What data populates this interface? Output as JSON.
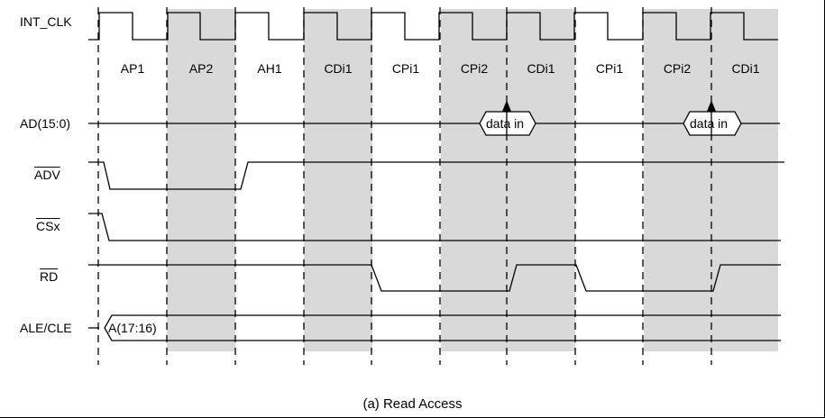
{
  "signals": {
    "int_clk": "INT_CLK",
    "ad": "AD(15:0)",
    "adv": "ADV",
    "csx": "CSx",
    "rd": "RD",
    "ale_cle": "ALE/CLE"
  },
  "phases": [
    "AP1",
    "AP2",
    "AH1",
    "CDi1",
    "CPi1",
    "CPi2",
    "CDi1",
    "CPi1",
    "CPi2",
    "CDi1"
  ],
  "shaded_phases": [
    1,
    3,
    5,
    8
  ],
  "bus_labels": {
    "data_in_1": "data in",
    "data_in_2": "data in",
    "address": "A(17:16)"
  },
  "caption": "(a) Read Access",
  "colors": {
    "shade": "#d9d9d9",
    "line": "#000000"
  }
}
